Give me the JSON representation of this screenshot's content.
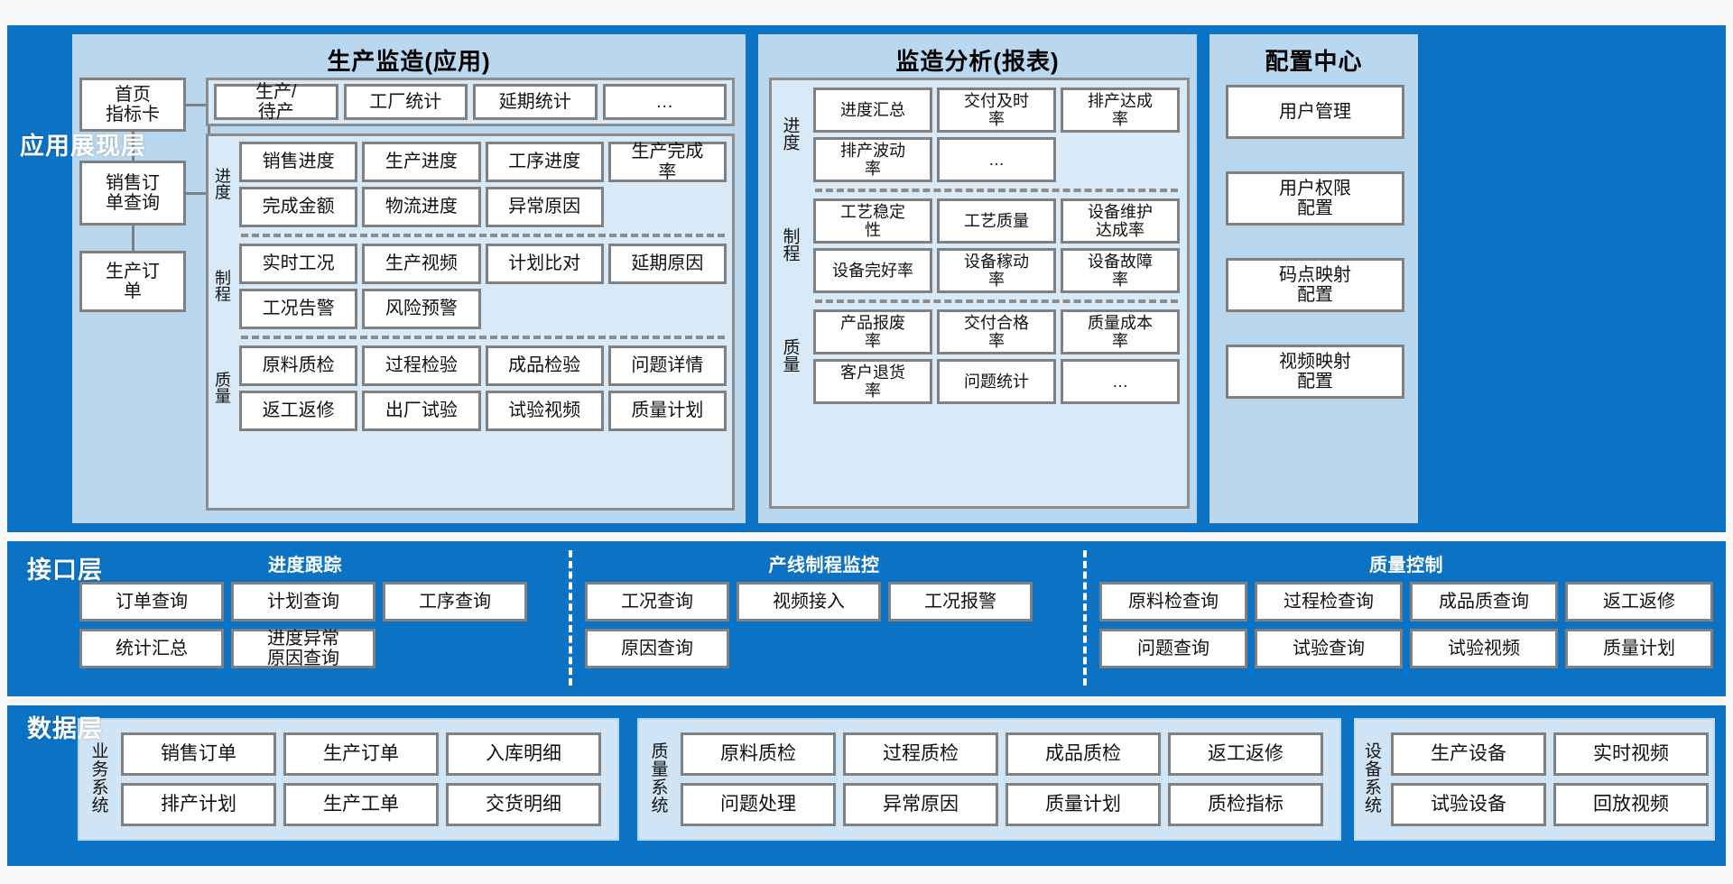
{
  "layers": {
    "application": {
      "label": "应用展现层"
    },
    "interface": {
      "label": "接口层"
    },
    "data": {
      "label": "数据层"
    }
  },
  "app_panel": {
    "title": "生产监造(应用)",
    "left_nodes": [
      "首页\n指标卡",
      "销售订\n单查询",
      "生产订\n单"
    ],
    "top_row": [
      "生产/\n待产",
      "工厂统计",
      "延期统计",
      "…"
    ],
    "sections": [
      {
        "label": "进度",
        "rows": [
          [
            "销售进度",
            "生产进度",
            "工序进度",
            "生产完成\n率"
          ],
          [
            "完成金额",
            "物流进度",
            "异常原因",
            ""
          ]
        ]
      },
      {
        "label": "制程",
        "rows": [
          [
            "实时工况",
            "生产视频",
            "计划比对",
            "延期原因"
          ],
          [
            "工况告警",
            "风险预警",
            "",
            ""
          ]
        ]
      },
      {
        "label": "质量",
        "rows": [
          [
            "原料质检",
            "过程检验",
            "成品检验",
            "问题详情"
          ],
          [
            "返工返修",
            "出厂试验",
            "试验视频",
            "质量计划"
          ]
        ]
      }
    ]
  },
  "report_panel": {
    "title": "监造分析(报表)",
    "sections": [
      {
        "label": "进度",
        "rows": [
          [
            "进度汇总",
            "交付及时\n率",
            "排产达成\n率"
          ],
          [
            "排产波动\n率",
            "…",
            ""
          ]
        ]
      },
      {
        "label": "制程",
        "rows": [
          [
            "工艺稳定\n性",
            "工艺质量",
            "设备维护\n达成率"
          ],
          [
            "设备完好率",
            "设备稼动\n率",
            "设备故障\n率"
          ]
        ]
      },
      {
        "label": "质量",
        "rows": [
          [
            "产品报废\n率",
            "交付合格\n率",
            "质量成本\n率"
          ],
          [
            "客户退货\n率",
            "问题统计",
            "…"
          ]
        ]
      }
    ]
  },
  "config_panel": {
    "title": "配置中心",
    "items": [
      "用户管理",
      "用户权限\n配置",
      "码点映射\n配置",
      "视频映射\n配置"
    ]
  },
  "interface_groups": [
    {
      "title": "进度跟踪",
      "rows": [
        [
          "订单查询",
          "计划查询",
          "工序查询"
        ],
        [
          "统计汇总",
          "进度异常\n原因查询"
        ]
      ]
    },
    {
      "title": "产线制程监控",
      "rows": [
        [
          "工况查询",
          "视频接入",
          "工况报警"
        ],
        [
          "原因查询"
        ]
      ]
    },
    {
      "title": "质量控制",
      "rows": [
        [
          "原料检查询",
          "过程检查询",
          "成品质查询",
          "返工返修"
        ],
        [
          "问题查询",
          "试验查询",
          "试验视频",
          "质量计划"
        ]
      ]
    }
  ],
  "data_groups": [
    {
      "label": "业务系统",
      "rows": [
        [
          "销售订单",
          "生产订单",
          "入库明细"
        ],
        [
          "排产计划",
          "生产工单",
          "交货明细"
        ]
      ]
    },
    {
      "label": "质量系统",
      "rows": [
        [
          "原料质检",
          "过程质检",
          "成品质检",
          "返工返修"
        ],
        [
          "问题处理",
          "异常原因",
          "质量计划",
          "质检指标"
        ]
      ]
    },
    {
      "label": "设备系统",
      "rows": [
        [
          "生产设备",
          "实时视频"
        ],
        [
          "试验设备",
          "回放视频"
        ]
      ]
    }
  ],
  "colors": {
    "layer_blue": "#0b72c4",
    "panel_blue": "#b9d8ef",
    "group_blue": "#d8eaf8",
    "node_border": "#808080"
  }
}
